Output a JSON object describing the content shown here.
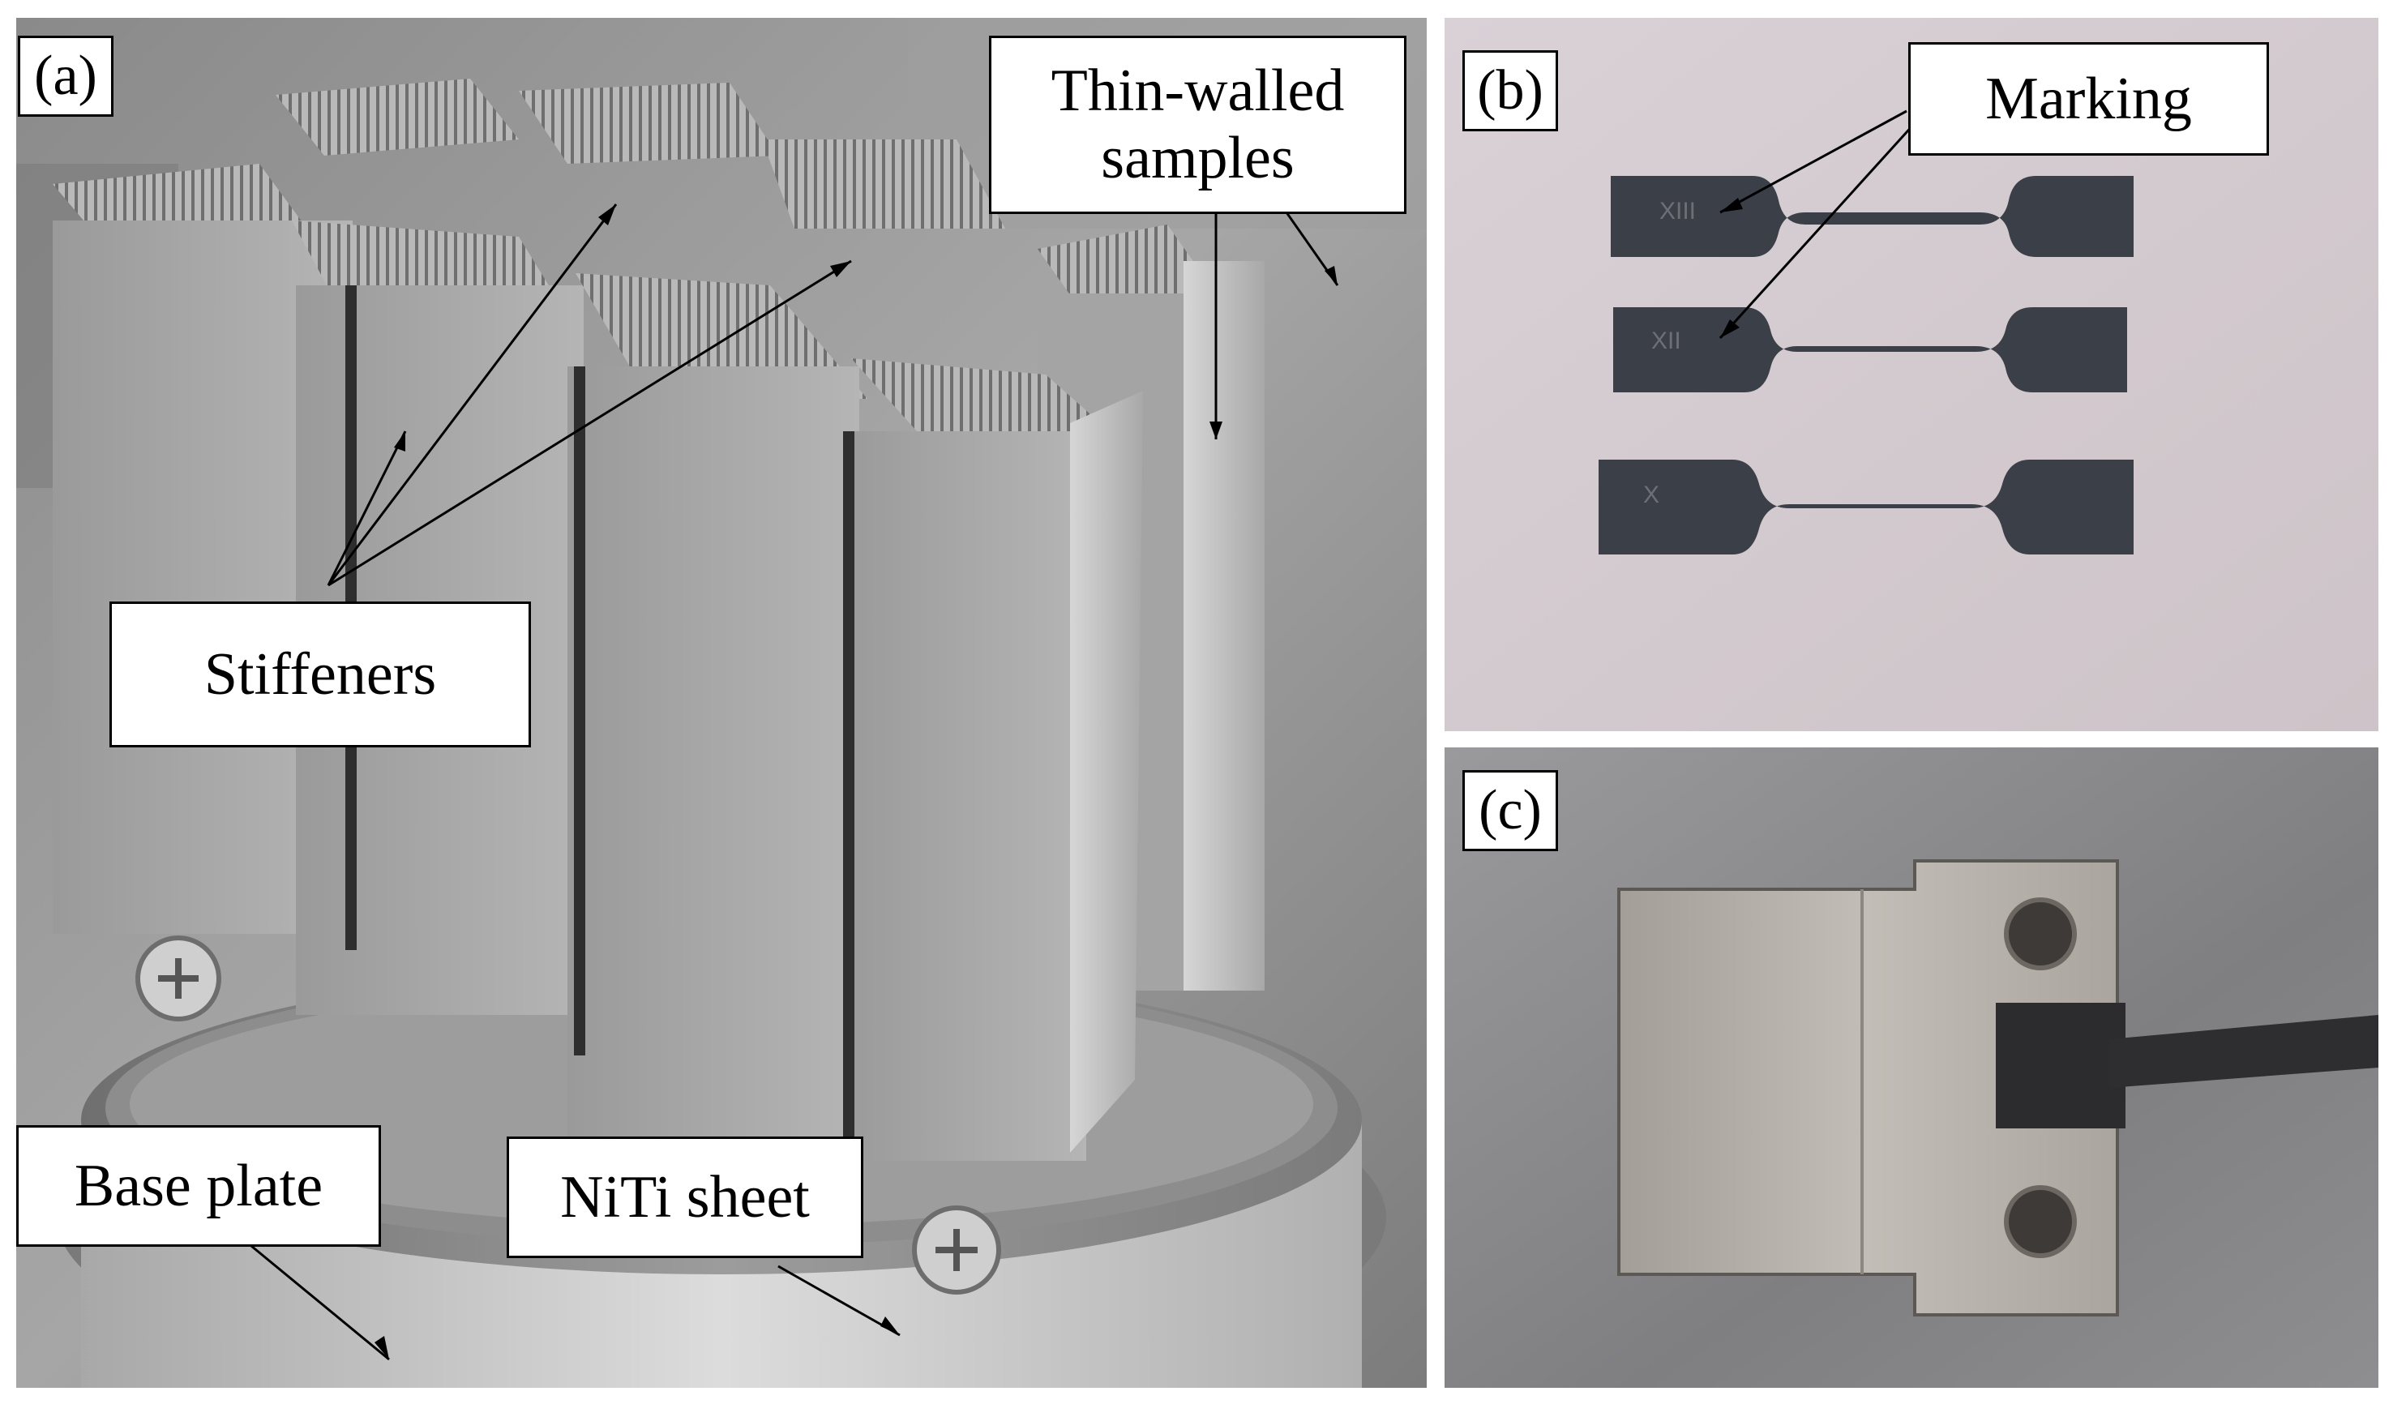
{
  "panels": [
    {
      "id": "a",
      "letter": "(a)"
    },
    {
      "id": "b",
      "letter": "(b)"
    },
    {
      "id": "c",
      "letter": "(c)"
    }
  ],
  "callouts": {
    "thin_walled": {
      "line1": "Thin-walled",
      "line2": "samples"
    },
    "stiffeners": "Stiffeners",
    "base_plate": "Base plate",
    "niti_sheet": "NiTi sheet",
    "marking": "Marking"
  },
  "specimen_marks": [
    "XIII",
    "XII",
    "X"
  ],
  "colors": {
    "metal_light": "#c4c4c4",
    "metal_mid": "#9e9e9e",
    "metal_dark": "#6d6d6d",
    "paper_pink": "#d7cdd1",
    "specimen_dark": "#3b3f48",
    "steel": "#b4afa8",
    "table_gray": "#8c8c8e"
  }
}
